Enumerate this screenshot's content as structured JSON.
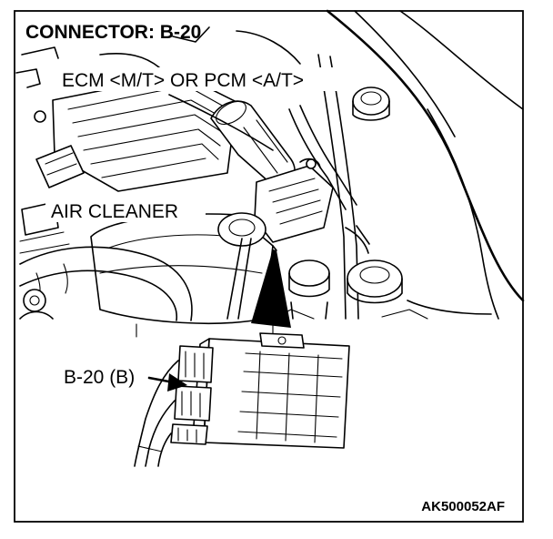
{
  "title": "CONNECTOR: B-20",
  "labels": {
    "ecm": "ECM <M/T> OR PCM <A/T>",
    "air_cleaner": "AIR CLEANER",
    "connector_callout": "B-20 (B)"
  },
  "figure_code": "AK500052AF"
}
